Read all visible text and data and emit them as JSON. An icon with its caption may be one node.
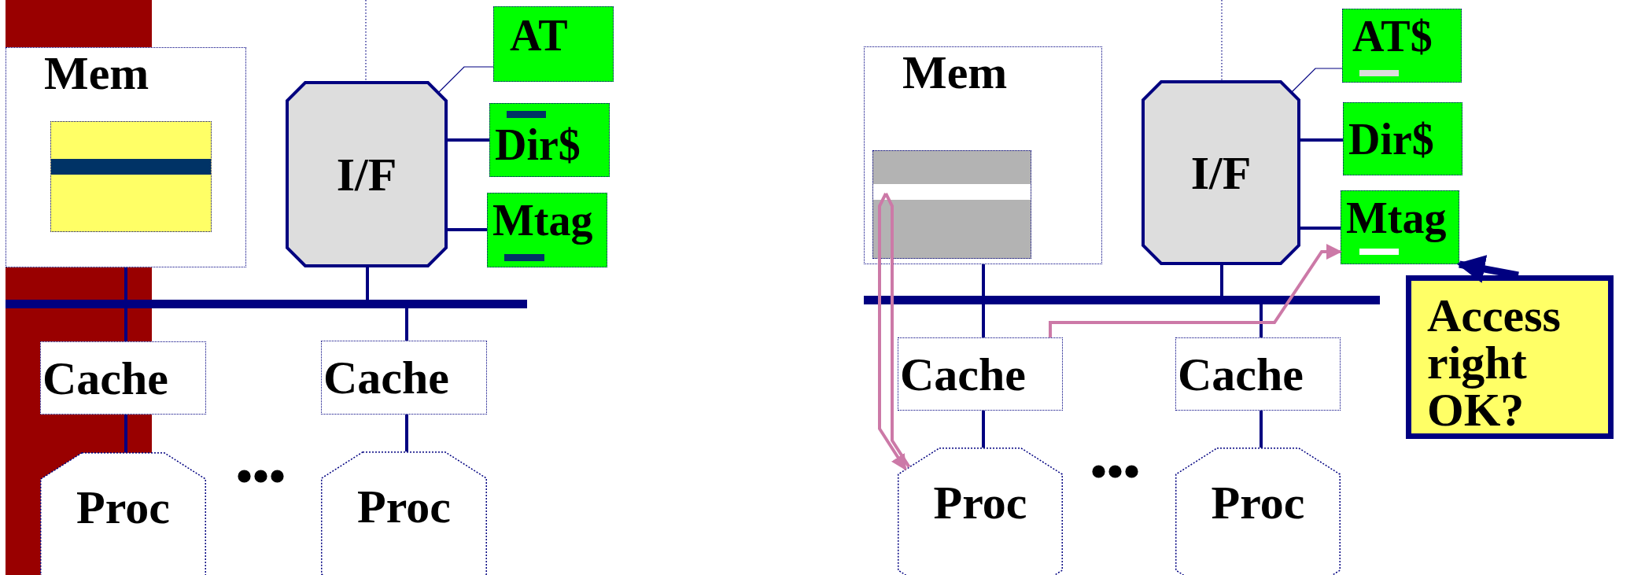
{
  "diagram": {
    "nodes": [
      {
        "text": [
          "Mem"
        ]
      },
      {
        "text": [],
        "shape": "box",
        "in": 0
      },
      {
        "text": [
          "I/F"
        ]
      },
      {
        "text": [
          "AT"
        ]
      },
      {
        "text": [
          "Dir$"
        ]
      },
      {
        "text": [
          "Mtag"
        ]
      },
      {
        "text": [],
        "shape": "bar"
      },
      {
        "text": [
          "Cache"
        ]
      },
      {
        "text": [
          "Cache"
        ]
      },
      {
        "text": [
          "Proc"
        ]
      },
      {
        "text": [
          "Proc"
        ]
      },
      {
        "text": [
          "Mem"
        ]
      },
      {
        "text": [],
        "shape": "box",
        "in": 11
      },
      {
        "text": [
          "I/F"
        ]
      },
      {
        "text": [
          "AT$"
        ]
      },
      {
        "text": [
          "Dir$"
        ]
      },
      {
        "text": [
          "Mtag"
        ]
      },
      {
        "text": [],
        "shape": "bar"
      },
      {
        "text": [
          "Cache"
        ]
      },
      {
        "text": [
          "Cache"
        ]
      },
      {
        "text": [
          "Proc"
        ]
      },
      {
        "text": [
          "Proc"
        ]
      },
      {
        "text": [
          "Access right OK?"
        ]
      }
    ],
    "edges": [
      {
        "from": null,
        "to": 2,
        "arrow": "none",
        "style": "dashed"
      },
      {
        "from": 2,
        "to": 3,
        "arrow": "none"
      },
      {
        "from": 2,
        "to": 4,
        "arrow": "none"
      },
      {
        "from": 2,
        "to": 5,
        "arrow": "none"
      },
      {
        "from": 0,
        "to": 6,
        "arrow": "none"
      },
      {
        "from": 2,
        "to": 6,
        "arrow": "none"
      },
      {
        "from": 6,
        "to": 7,
        "arrow": "none"
      },
      {
        "from": 6,
        "to": 8,
        "arrow": "none"
      },
      {
        "from": 7,
        "to": 9,
        "arrow": "none"
      },
      {
        "from": 8,
        "to": 10,
        "arrow": "none"
      },
      {
        "from": null,
        "to": 13,
        "arrow": "none",
        "style": "dashed"
      },
      {
        "from": 13,
        "to": 14,
        "arrow": "none"
      },
      {
        "from": 13,
        "to": 15,
        "arrow": "none"
      },
      {
        "from": 13,
        "to": 16,
        "arrow": "none"
      },
      {
        "from": 11,
        "to": 17,
        "arrow": "none"
      },
      {
        "from": 13,
        "to": 17,
        "arrow": "none"
      },
      {
        "from": 17,
        "to": 18,
        "arrow": "none"
      },
      {
        "from": 17,
        "to": 19,
        "arrow": "none"
      },
      {
        "from": 18,
        "to": 20,
        "arrow": "none"
      },
      {
        "from": 19,
        "to": 21,
        "arrow": "none"
      },
      {
        "from": 20,
        "to": 12,
        "arrow": "none",
        "color": "#cc79a7"
      },
      {
        "from": 12,
        "to": 20,
        "arrow": "to",
        "color": "#cc79a7"
      },
      {
        "from": 18,
        "to": 16,
        "arrow": "to",
        "color": "#cc79a7"
      },
      {
        "from": 22,
        "to": 16,
        "arrow": "to",
        "style": "thick"
      }
    ],
    "labels": [
      "•••",
      "•••"
    ]
  }
}
